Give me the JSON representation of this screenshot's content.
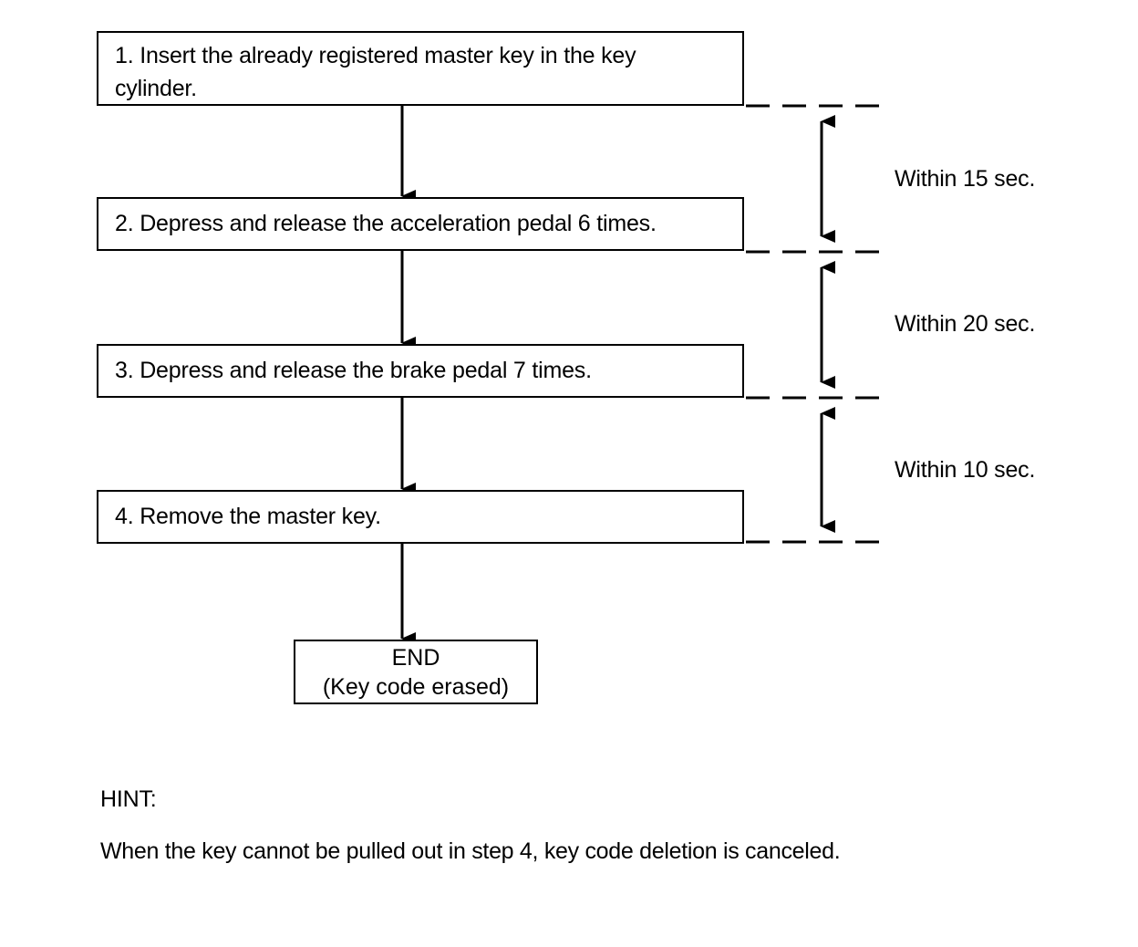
{
  "diagram": {
    "title": "Key code erasure procedure flowchart",
    "steps": [
      {
        "id": 1,
        "text": "1. Insert the already registered master key in the key\ncylinder."
      },
      {
        "id": 2,
        "text": "2. Depress and release the acceleration pedal 6 times."
      },
      {
        "id": 3,
        "text": "3. Depress and release the brake pedal 7 times."
      },
      {
        "id": 4,
        "text": "4. Remove the master key."
      }
    ],
    "end_node": {
      "line1": "END",
      "line2": "(Key code erased)"
    },
    "timings": [
      {
        "label": "Within 15 sec.",
        "from_step": 1,
        "to_step": 2
      },
      {
        "label": "Within 20 sec.",
        "from_step": 2,
        "to_step": 3
      },
      {
        "label": "Within 10 sec.",
        "from_step": 3,
        "to_step": 4
      }
    ]
  },
  "hint": {
    "title": "HINT:",
    "body": "When the key cannot be pulled out in step 4, key code deletion is canceled."
  },
  "colors": {
    "ink": "#000000",
    "paper": "#ffffff"
  }
}
